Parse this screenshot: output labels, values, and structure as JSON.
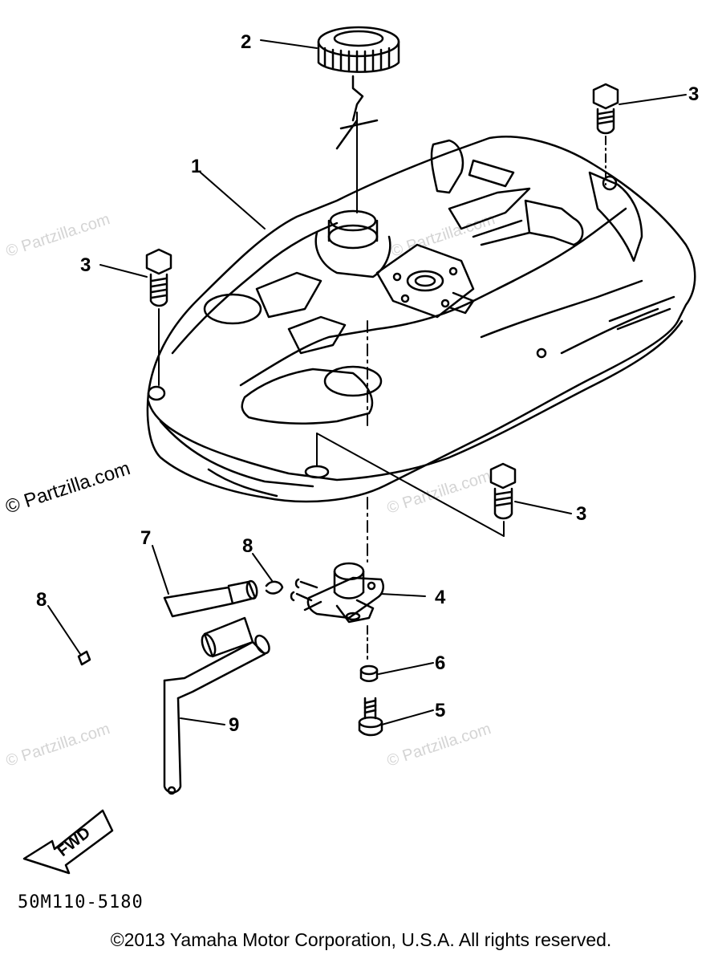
{
  "diagram": {
    "code": "50M110-5180",
    "copyright": "©2013  Yamaha Motor Corporation, U.S.A. All rights reserved.",
    "watermark": "© Partzilla.com",
    "fwd_label": "FWD",
    "callouts": {
      "c1": "1",
      "c2": "2",
      "c3a": "3",
      "c3b": "3",
      "c3c": "3",
      "c4": "4",
      "c5": "5",
      "c6": "6",
      "c7": "7",
      "c8a": "8",
      "c8b": "8",
      "c9": "9"
    },
    "parts": [
      {
        "ref": "1",
        "icon": "fuel-tank-icon"
      },
      {
        "ref": "2",
        "icon": "tank-cap-icon"
      },
      {
        "ref": "3",
        "icon": "bolt-icon"
      },
      {
        "ref": "4",
        "icon": "fuel-cock-icon"
      },
      {
        "ref": "5",
        "icon": "screw-icon"
      },
      {
        "ref": "6",
        "icon": "washer-icon"
      },
      {
        "ref": "7",
        "icon": "fuel-hose-icon"
      },
      {
        "ref": "8",
        "icon": "hose-clip-icon"
      },
      {
        "ref": "9",
        "icon": "breather-hose-icon"
      }
    ]
  }
}
